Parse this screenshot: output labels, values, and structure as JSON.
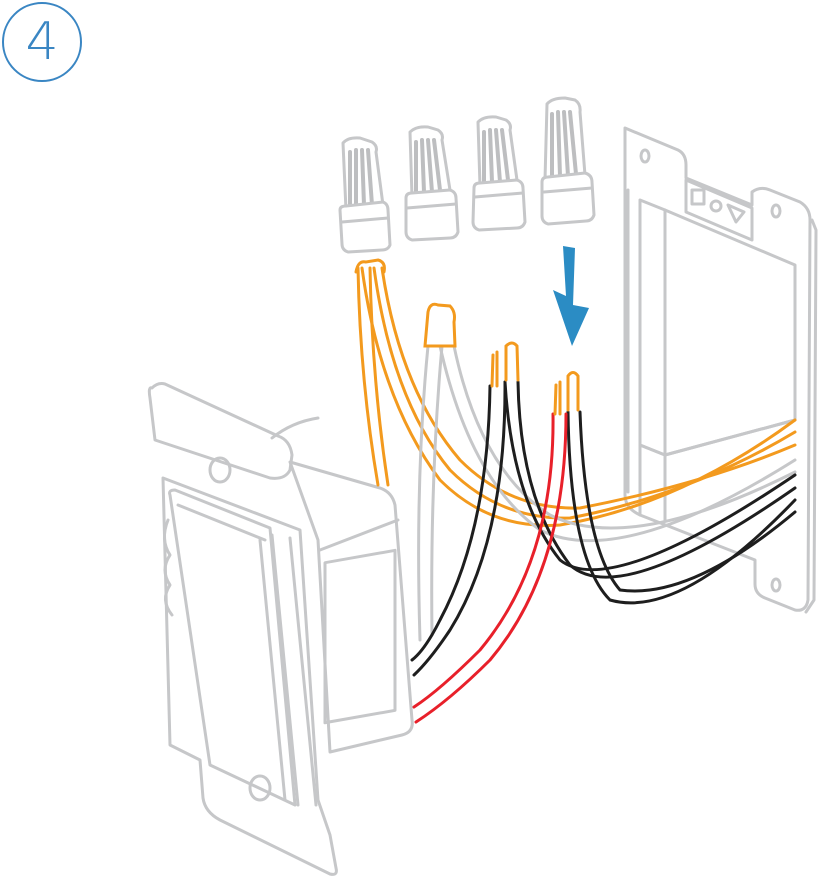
{
  "step": {
    "number": "4",
    "badge_color": "#3a86c3"
  },
  "illustration": {
    "description": "Twist wire nuts onto connected wire pairs between dimmer switch and wall box",
    "arrow_color": "#2b8cc4",
    "wire_colors": {
      "ground": "#f39a1e",
      "neutral": "#c6c7c9",
      "line_load": "#1e1e1e",
      "traveler": "#e8202a"
    },
    "outline_color": "#c6c7c9",
    "wire_nuts": [
      {
        "id": "wire-nut-1",
        "target": "ground"
      },
      {
        "id": "wire-nut-2",
        "target": "neutral"
      },
      {
        "id": "wire-nut-3",
        "target": "black"
      },
      {
        "id": "wire-nut-4",
        "target": "red-black"
      }
    ]
  }
}
